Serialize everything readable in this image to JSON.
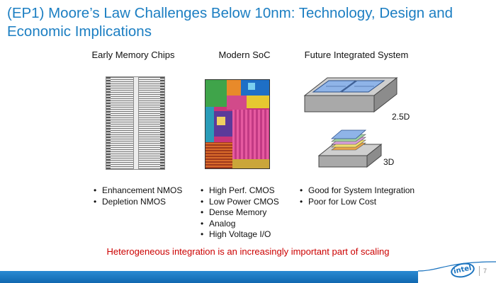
{
  "slide": {
    "title": "(EP1) Moore’s Law Challenges Below 10nm: Technology, Design and Economic Implications",
    "columns": [
      {
        "heading": "Early Memory Chips",
        "bullets": [
          "Enhancement NMOS",
          "Depletion NMOS"
        ]
      },
      {
        "heading": "Modern SoC",
        "bullets": [
          "High Perf. CMOS",
          "Low Power CMOS",
          "Dense Memory",
          "Analog",
          "High Voltage I/O"
        ]
      },
      {
        "heading": "Future Integrated System",
        "bullets": [
          "Good for System Integration",
          "Poor for Low Cost"
        ]
      }
    ],
    "package_labels": {
      "two_five_d": "2.5D",
      "three_d": "3D"
    },
    "tagline": "Heterogeneous integration is an increasingly important part of scaling",
    "footer": {
      "logo_text": "intel",
      "page_number": "7"
    }
  },
  "colors": {
    "title": "#1b7ec2",
    "tagline": "#cc0000",
    "footer_bar": "#1a73bf"
  }
}
